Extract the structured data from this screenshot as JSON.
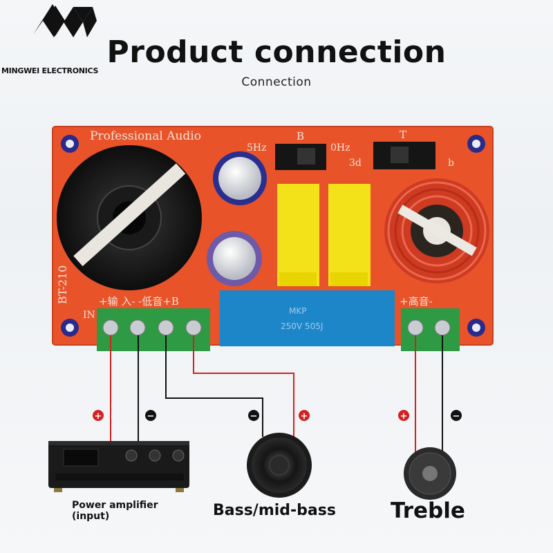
{
  "brand": {
    "name": "MINGWEI ELECTRONICS"
  },
  "header": {
    "title": "Product connection",
    "subtitle": "Connection"
  },
  "board": {
    "label_top": "Professional Audio",
    "model": "BT-210",
    "switch_b": "B",
    "switch_t": "T",
    "freq_left": "5Hz",
    "freq_right": "0Hz",
    "db_left": "3d",
    "db_right": "b",
    "input_label": "+输 入- -低音+B",
    "high_label": "+高音-",
    "in_label": "IN",
    "cap_text_1": "MKP",
    "cap_text_2": "250V  505J"
  },
  "polarity": {
    "plus": "+",
    "minus": "−"
  },
  "devices": {
    "amp_label_line1": "Power amplifier",
    "amp_label_line2": "(input)",
    "bass_label": "Bass/mid-bass",
    "treble_label": "Treble"
  },
  "colors": {
    "board": "#e8532a",
    "wire_red": "#d32020",
    "wire_black": "#111111",
    "terminal": "#2f9a44",
    "accent_text": "#111111"
  }
}
